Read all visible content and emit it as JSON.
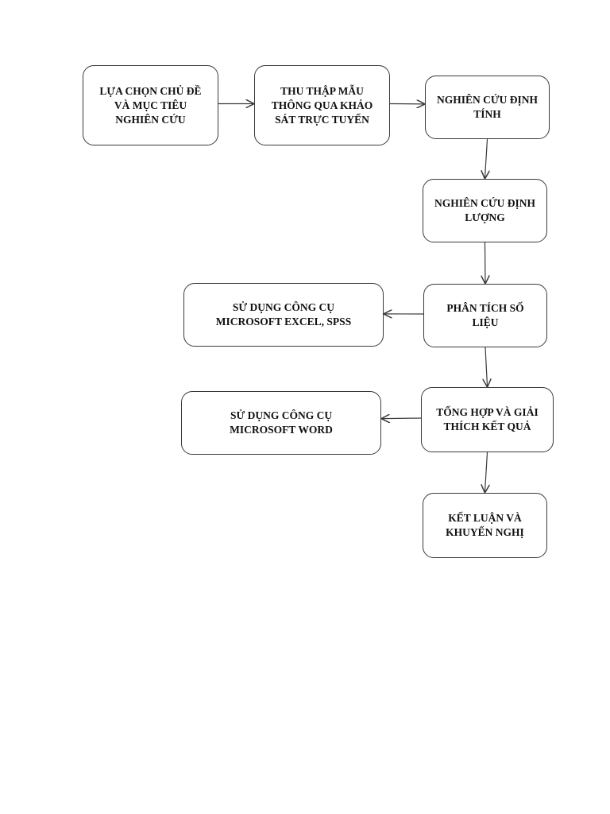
{
  "diagram": {
    "nodes": {
      "chon_chu_de": "LỰA CHỌN CHỦ ĐỀ\nVÀ MỤC TIÊU\nNGHIÊN CỨU",
      "thu_thap_mau": "THU THẬP MẪU\nTHÔNG QUA KHẢO\nSÁT TRỰC TUYẾN",
      "dinh_tinh": "NGHIÊN CỨU ĐỊNH\nTÍNH",
      "dinh_luong": "NGHIÊN CỨU ĐỊNH\nLƯỢNG",
      "phan_tich": "PHÂN TÍCH SỐ\nLIỆU",
      "excel_spss": "SỬ DỤNG CÔNG CỤ\nMICROSOFT EXCEL, SPSS",
      "tong_hop": "TỔNG HỢP VÀ GIẢI\nTHÍCH KẾT QUẢ",
      "word": "SỬ DỤNG CÔNG CỤ\nMICROSOFT WORD",
      "ket_luan": "KẾT LUẬN VÀ\nKHUYẾN NGHỊ"
    },
    "edges": [
      [
        "chon_chu_de",
        "thu_thap_mau"
      ],
      [
        "thu_thap_mau",
        "dinh_tinh"
      ],
      [
        "dinh_tinh",
        "dinh_luong"
      ],
      [
        "dinh_luong",
        "phan_tich"
      ],
      [
        "phan_tich",
        "excel_spss"
      ],
      [
        "phan_tich",
        "tong_hop"
      ],
      [
        "tong_hop",
        "word"
      ],
      [
        "tong_hop",
        "ket_luan"
      ]
    ],
    "line_color": "#3a3a3a"
  }
}
